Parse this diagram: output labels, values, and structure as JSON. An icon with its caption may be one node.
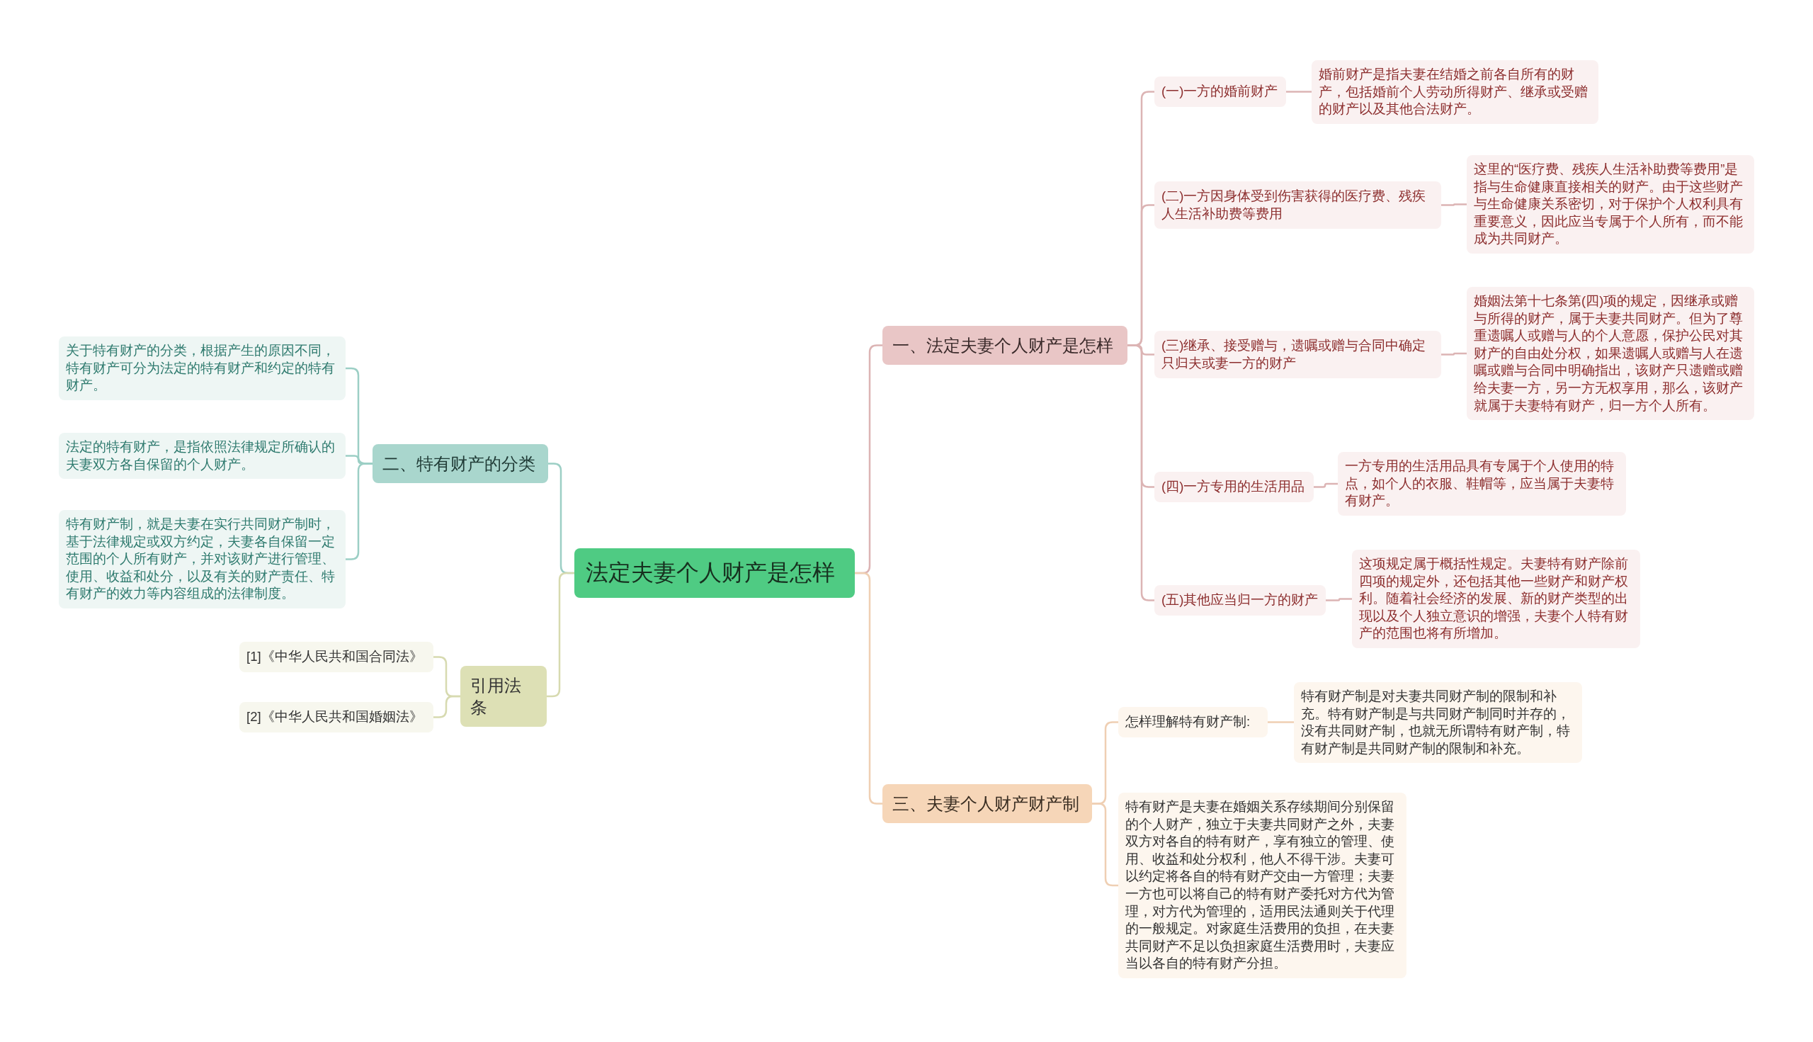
{
  "diagram": {
    "nodes": [
      {
        "text": [
          "法定夫妻个人财产是怎样"
        ]
      },
      {
        "text": [
          "一、法定夫妻个人财产是怎样"
        ]
      },
      {
        "text": [
          "(一)一方的婚前财产"
        ]
      },
      {
        "text": [
          "婚前财产是指夫妻在结婚之前各自所有的财产，包括婚前个人劳动所得财产、继承或受赠的财产以及其他合法财产。"
        ]
      },
      {
        "text": [
          "(二)一方因身体受到伤害获得的医疗费、残疾人生活补助费等费用"
        ]
      },
      {
        "text": [
          "这里的“医疗费、残疾人生活补助费等费用”是指与生命健康直接相关的财产。由于这些财产与生命健康关系密切，对于保护个人权利具有重要意义，因此应当专属于个人所有，而不能成为共同财产。"
        ]
      },
      {
        "text": [
          "(三)继承、接受赠与，遗嘱或赠与合同中确定只归夫或妻一方的财产"
        ]
      },
      {
        "text": [
          "婚姻法第十七条第(四)项的规定，因继承或赠与所得的财产，属于夫妻共同财产。但为了尊重遗嘱人或赠与人的个人意愿，保护公民对其财产的自由处分权，如果遗嘱人或赠与人在遗嘱或赠与合同中明确指出，该财产只遗赠或赠给夫妻一方，另一方无权享用，那么，该财产就属于夫妻特有财产，归一方个人所有。"
        ]
      },
      {
        "text": [
          "(四)一方专用的生活用品"
        ]
      },
      {
        "text": [
          "一方专用的生活用品具有专属于个人使用的特点，如个人的衣服、鞋帽等，应当属于夫妻特有财产。"
        ]
      },
      {
        "text": [
          "(五)其他应当归一方的财产"
        ]
      },
      {
        "text": [
          "这项规定属于概括性规定。夫妻特有财产除前四项的规定外，还包括其他一些财产和财产权利。随着社会经济的发展、新的财产类型的出现以及个人独立意识的增强，夫妻个人特有财产的范围也将有所增加。"
        ]
      },
      {
        "text": [
          "三、夫妻个人财产财产制"
        ]
      },
      {
        "text": [
          "怎样理解特有财产制:"
        ]
      },
      {
        "text": [
          "特有财产制是对夫妻共同财产制的限制和补充。特有财产制是与共同财产制同时并存的，没有共同财产制，也就无所谓特有财产制，特有财产制是共同财产制的限制和补充。"
        ]
      },
      {
        "text": [
          "特有财产是夫妻在婚姻关系存续期间分别保留的个人财产，独立于夫妻共同财产之外，夫妻双方对各自的特有财产，享有独立的管理、使用、收益和处分权利，他人不得干涉。夫妻可以约定将各自的特有财产交由一方管理；夫妻一方也可以将自己的特有财产委托对方代为管理，对方代为管理的，适用民法通则关于代理的一般规定。对家庭生活费用的负担，在夫妻共同财产不足以负担家庭生活费用时，夫妻应当以各自的特有财产分担。"
        ]
      },
      {
        "text": [
          "二、特有财产的分类"
        ]
      },
      {
        "text": [
          "关于特有财产的分类，根据产生的原因不同，特有财产可分为法定的特有财产和约定的特有财产。"
        ]
      },
      {
        "text": [
          "法定的特有财产，是指依照法律规定所确认的夫妻双方各自保留的个人财产。"
        ]
      },
      {
        "text": [
          "特有财产制，就是夫妻在实行共同财产制时，基于法律规定或双方约定，夫妻各自保留一定范围的个人所有财产，并对该财产进行管理、使用、收益和处分，以及有关的财产责任、特有财产的效力等内容组成的法律制度。"
        ]
      },
      {
        "text": [
          "引用法条"
        ]
      },
      {
        "text": [
          "[1]《中华人民共和国合同法》"
        ]
      },
      {
        "text": [
          "[2]《中华人民共和国婚姻法》"
        ]
      }
    ],
    "edges": [
      {
        "from": 0,
        "to": 1,
        "arrow": "none"
      },
      {
        "from": 1,
        "to": 2,
        "arrow": "none"
      },
      {
        "from": 2,
        "to": 3,
        "arrow": "none"
      },
      {
        "from": 1,
        "to": 4,
        "arrow": "none"
      },
      {
        "from": 4,
        "to": 5,
        "arrow": "none"
      },
      {
        "from": 1,
        "to": 6,
        "arrow": "none"
      },
      {
        "from": 6,
        "to": 7,
        "arrow": "none"
      },
      {
        "from": 1,
        "to": 8,
        "arrow": "none"
      },
      {
        "from": 8,
        "to": 9,
        "arrow": "none"
      },
      {
        "from": 1,
        "to": 10,
        "arrow": "none"
      },
      {
        "from": 10,
        "to": 11,
        "arrow": "none"
      },
      {
        "from": 0,
        "to": 12,
        "arrow": "none",
        "color": "#efcfb3"
      },
      {
        "from": 12,
        "to": 13,
        "arrow": "none",
        "color": "#efcfb3"
      },
      {
        "from": 13,
        "to": 14,
        "arrow": "none",
        "color": "#efcfb3"
      },
      {
        "from": 12,
        "to": 15,
        "arrow": "none",
        "color": "#efcfb3"
      },
      {
        "from": 0,
        "to": 16,
        "arrow": "none",
        "color": "#9ccfc5"
      },
      {
        "from": 16,
        "to": 17,
        "arrow": "none",
        "color": "#9ccfc5"
      },
      {
        "from": 16,
        "to": 18,
        "arrow": "none",
        "color": "#9ccfc5"
      },
      {
        "from": 16,
        "to": 19,
        "arrow": "none",
        "color": "#9ccfc5"
      },
      {
        "from": 0,
        "to": 20,
        "arrow": "none",
        "color": "#d7dab0"
      },
      {
        "from": 20,
        "to": 21,
        "arrow": "none",
        "color": "#d7dab0"
      },
      {
        "from": 20,
        "to": 22,
        "arrow": "none",
        "color": "#d7dab0"
      }
    ]
  }
}
